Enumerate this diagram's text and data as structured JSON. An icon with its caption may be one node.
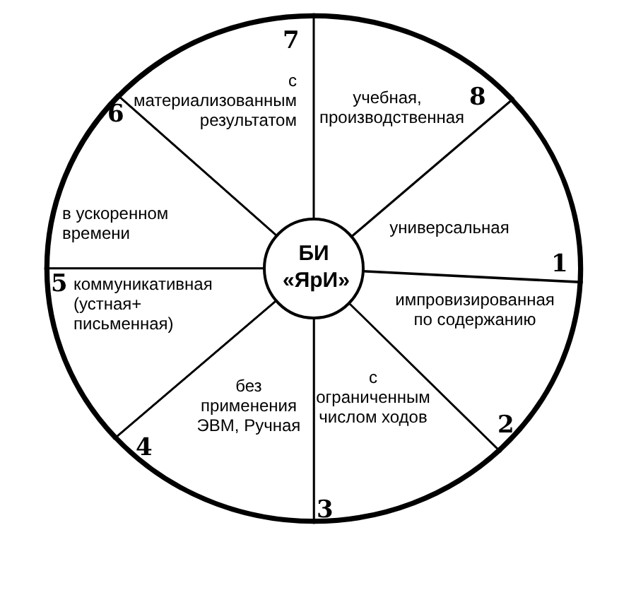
{
  "diagram": {
    "nodes": [
      {
        "text": [],
        "shape": "circle"
      },
      {
        "text": [
          "БИ «ЯрИ»"
        ],
        "in": 0
      },
      {
        "text": [
          "универсальная",
          "1"
        ],
        "in": 0
      },
      {
        "text": [
          "импровизированная по содержанию",
          "2"
        ],
        "in": 0
      },
      {
        "text": [
          "с ограниченным числом ходов",
          "3"
        ],
        "in": 0
      },
      {
        "text": [
          "4",
          "без применения ЭВМ, Ручная"
        ],
        "in": 0
      },
      {
        "text": [
          "5",
          "коммуникативная (устная+ письменная)"
        ],
        "in": 0
      },
      {
        "text": [
          "6",
          "в ускоренном времени"
        ],
        "in": 0
      },
      {
        "text": [
          "7",
          "с материализованным результатом"
        ],
        "in": 0
      },
      {
        "text": [
          "учебная, производственная",
          "8"
        ],
        "in": 0
      }
    ]
  }
}
